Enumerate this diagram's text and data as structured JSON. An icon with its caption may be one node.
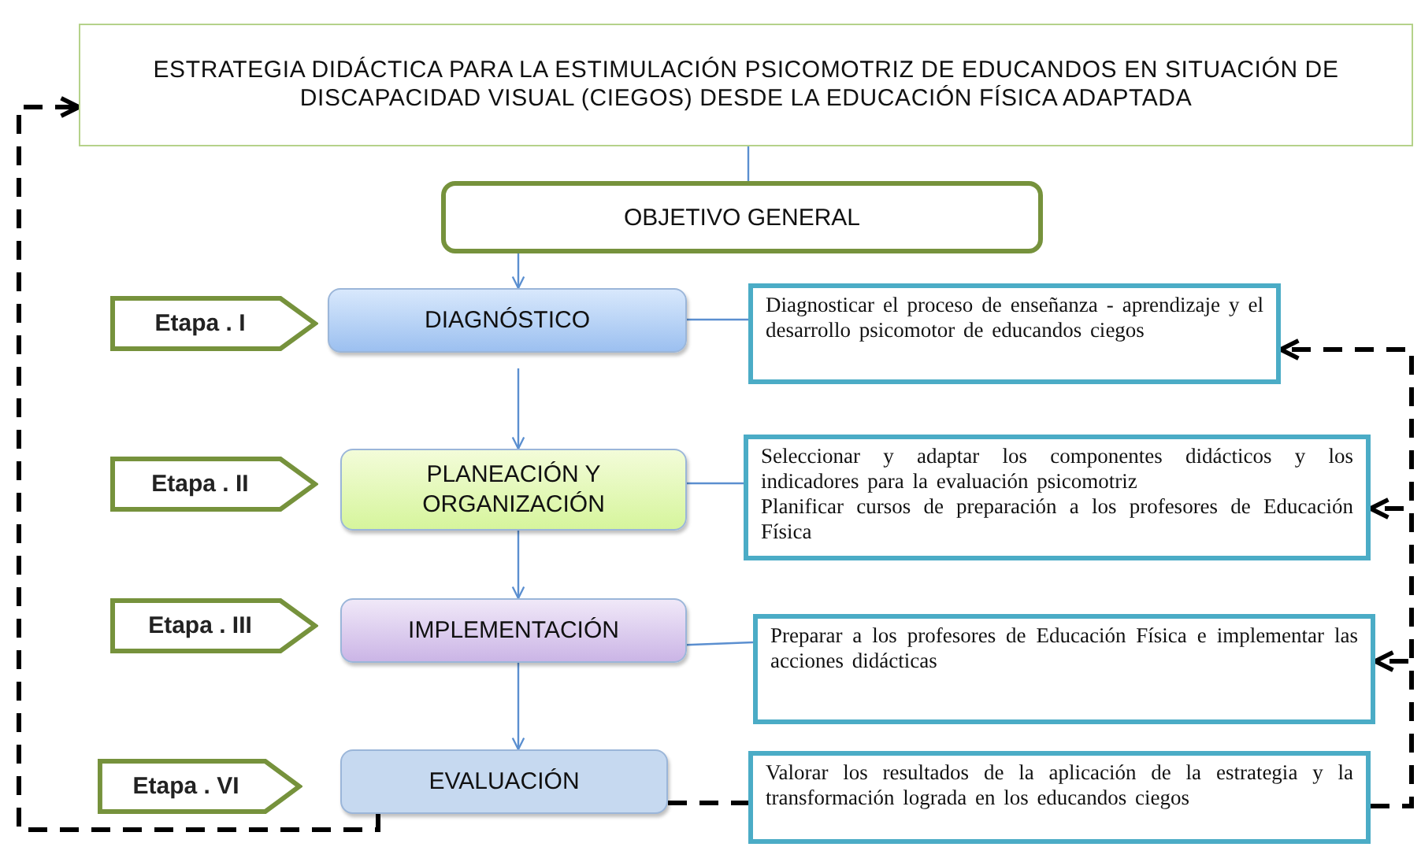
{
  "diagram": {
    "nodes": [
      {
        "text": [
          "ESTRATEGIA DIDÁCTICA PARA LA ESTIMULACIÓN PSICOMOTRIZ DE EDUCANDOS EN SITUACIÓN DE DISCAPACIDAD VISUAL (CIEGOS) DESDE LA EDUCACIÓN FÍSICA ADAPTADA"
        ]
      },
      {
        "text": [
          "OBJETIVO GENERAL"
        ]
      },
      {
        "text": [
          "Etapa . I"
        ]
      },
      {
        "text": [
          "DIAGNÓSTICO"
        ]
      },
      {
        "text": [
          "Diagnosticar el proceso de enseñanza - aprendizaje y el desarrollo psicomotor de educandos ciegos"
        ]
      },
      {
        "text": [
          "Etapa . II"
        ]
      },
      {
        "text": [
          "PLANEACIÓN Y ORGANIZACIÓN"
        ]
      },
      {
        "text": [
          "Seleccionar y adaptar los componentes didácticos y los indicadores para la evaluación psicomotriz",
          "Planificar cursos de preparación a los profesores de Educación Física"
        ]
      },
      {
        "text": [
          "Etapa . III"
        ]
      },
      {
        "text": [
          "IMPLEMENTACIÓN"
        ]
      },
      {
        "text": [
          "Preparar a los profesores de Educación Física e implementar las acciones didácticas"
        ]
      },
      {
        "text": [
          "Etapa . VI"
        ]
      },
      {
        "text": [
          "EVALUACIÓN"
        ]
      },
      {
        "text": [
          "Valorar los resultados de la aplicación de la estrategia y la transformación lograda en los educandos ciegos"
        ]
      }
    ],
    "edges": [
      {
        "from": 0,
        "to": 1,
        "arrow": "none"
      },
      {
        "from": 1,
        "to": 3,
        "arrow": "to"
      },
      {
        "from": 3,
        "to": 6,
        "arrow": "to"
      },
      {
        "from": 6,
        "to": 9,
        "arrow": "to"
      },
      {
        "from": 9,
        "to": 12,
        "arrow": "to"
      },
      {
        "from": 3,
        "to": 4,
        "arrow": "none"
      },
      {
        "from": 6,
        "to": 7,
        "arrow": "none"
      },
      {
        "from": 9,
        "to": 10,
        "arrow": "none"
      },
      {
        "from": 12,
        "to": 13,
        "arrow": "none",
        "style": "dashed",
        "color": "#000000"
      },
      {
        "from": 12,
        "to": 0,
        "arrow": "to",
        "style": "dashed",
        "color": "#000000"
      },
      {
        "from": 13,
        "to": 4,
        "arrow": "to",
        "style": "dashed",
        "color": "#000000"
      },
      {
        "from": 13,
        "to": 7,
        "arrow": "to",
        "style": "dashed",
        "color": "#000000"
      },
      {
        "from": 13,
        "to": 10,
        "arrow": "to",
        "style": "dashed",
        "color": "#000000"
      }
    ]
  }
}
